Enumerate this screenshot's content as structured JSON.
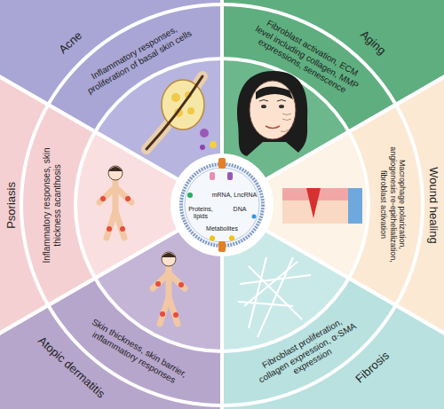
{
  "diagram": {
    "nodes": [
      {
        "text": [
          "Acne",
          "Inflammatory responses, proliferation of basal skin cells"
        ]
      },
      {
        "text": [
          "Aging",
          "Fibroblast activation, ECM level including collagen, MMP expressions, senescence"
        ]
      },
      {
        "text": [
          "Wound healing",
          "Macrophage polarization, angiogenesis re-epithelialization, fibroblast activation"
        ]
      },
      {
        "text": [
          "Fibrosis",
          "Fibroblast proliferation, collagen expression, α-SMA expression"
        ]
      },
      {
        "text": [
          "Atopic dermatitis",
          "Skin thickness, skin barrier, inflammatory responses"
        ]
      },
      {
        "text": [
          "Psoriasis",
          "Inflammatory responses, skin thickness acanthosis"
        ]
      }
    ],
    "labels": [
      "mRNA, LncRNA",
      "DNA",
      "Proteins, lipids",
      "Metabolites"
    ]
  }
}
